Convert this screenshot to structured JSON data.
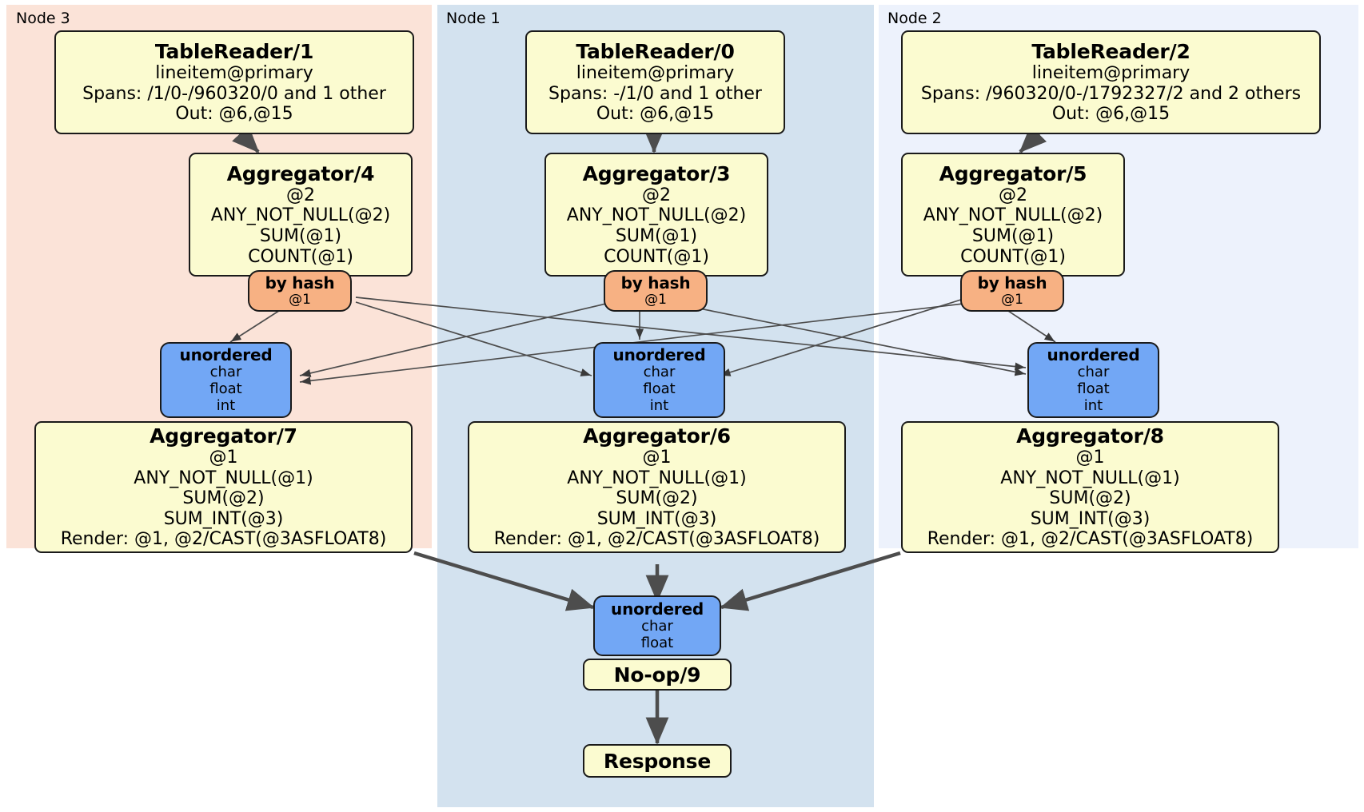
{
  "diagram": {
    "type": "distsql-physical-plan",
    "regions": [
      {
        "id": "node3",
        "label": "Node 3",
        "color": "#fbe3d8"
      },
      {
        "id": "node1",
        "label": "Node 1",
        "color": "#d3e2ef"
      },
      {
        "id": "node2",
        "label": "Node 2",
        "color": "#edf2fc"
      }
    ],
    "colors": {
      "processor_fill": "#fbfbd0",
      "router_fill": "#f7b183",
      "stream_fill": "#72a7f5",
      "node3_fill": "#fbe3d8",
      "node1_fill": "#d3e2ef",
      "node2_fill": "#edf2fc",
      "edge_stroke": "#4d4d4d",
      "box_stroke": "#1a1a1a"
    },
    "nodes": {
      "tablereader_1": {
        "title": "TableReader/1",
        "lines": [
          "lineitem@primary",
          "Spans: /1/0-/960320/0 and 1 other",
          "Out: @6,@15"
        ]
      },
      "tablereader_0": {
        "title": "TableReader/0",
        "lines": [
          "lineitem@primary",
          "Spans: -/1/0 and 1 other",
          "Out: @6,@15"
        ]
      },
      "tablereader_2": {
        "title": "TableReader/2",
        "lines": [
          "lineitem@primary",
          "Spans: /960320/0-/1792327/2 and 2 others",
          "Out: @6,@15"
        ]
      },
      "aggregator_4": {
        "title": "Aggregator/4",
        "lines": [
          "@2",
          "ANY_NOT_NULL(@2)",
          "SUM(@1)",
          "COUNT(@1)"
        ]
      },
      "aggregator_3": {
        "title": "Aggregator/3",
        "lines": [
          "@2",
          "ANY_NOT_NULL(@2)",
          "SUM(@1)",
          "COUNT(@1)"
        ]
      },
      "aggregator_5": {
        "title": "Aggregator/5",
        "lines": [
          "@2",
          "ANY_NOT_NULL(@2)",
          "SUM(@1)",
          "COUNT(@1)"
        ]
      },
      "byhash_left": {
        "title": "by hash",
        "lines": [
          "@1"
        ]
      },
      "byhash_center": {
        "title": "by hash",
        "lines": [
          "@1"
        ]
      },
      "byhash_right": {
        "title": "by hash",
        "lines": [
          "@1"
        ]
      },
      "unordered_left": {
        "title": "unordered",
        "lines": [
          "char",
          "float",
          "int"
        ]
      },
      "unordered_center": {
        "title": "unordered",
        "lines": [
          "char",
          "float",
          "int"
        ]
      },
      "unordered_right": {
        "title": "unordered",
        "lines": [
          "char",
          "float",
          "int"
        ]
      },
      "aggregator_7": {
        "title": "Aggregator/7",
        "lines": [
          "@1",
          "ANY_NOT_NULL(@1)",
          "SUM(@2)",
          "SUM_INT(@3)",
          "Render: @1, @2/CAST(@3ASFLOAT8)"
        ]
      },
      "aggregator_6": {
        "title": "Aggregator/6",
        "lines": [
          "@1",
          "ANY_NOT_NULL(@1)",
          "SUM(@2)",
          "SUM_INT(@3)",
          "Render: @1, @2/CAST(@3ASFLOAT8)"
        ]
      },
      "aggregator_8": {
        "title": "Aggregator/8",
        "lines": [
          "@1",
          "ANY_NOT_NULL(@1)",
          "SUM(@2)",
          "SUM_INT(@3)",
          "Render: @1, @2/CAST(@3ASFLOAT8)"
        ]
      },
      "unordered_final": {
        "title": "unordered",
        "lines": [
          "char",
          "float"
        ]
      },
      "noop_9": {
        "title": "No-op/9",
        "lines": []
      },
      "response": {
        "title": "Response",
        "lines": []
      }
    }
  }
}
